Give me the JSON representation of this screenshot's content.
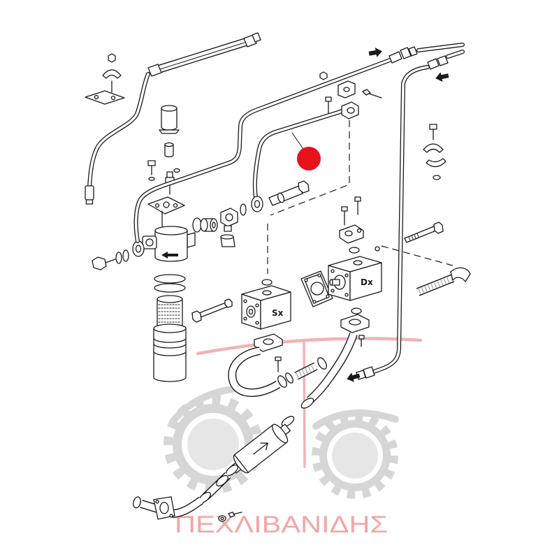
{
  "diagram": {
    "pump_left_label": "Sx",
    "pump_right_label": "Dx",
    "watermark_text": "ΠΕΧΛΙΒΑΝΙΔΗΣ"
  },
  "colors": {
    "line": "#1a1a1a",
    "marker": "#e8121b",
    "watermark_text": "#f4a6a6",
    "watermark_logo": "#f2b3b3",
    "watermark_gears": "#d6d6d6",
    "watermark_hub": "#e6e6e6"
  }
}
